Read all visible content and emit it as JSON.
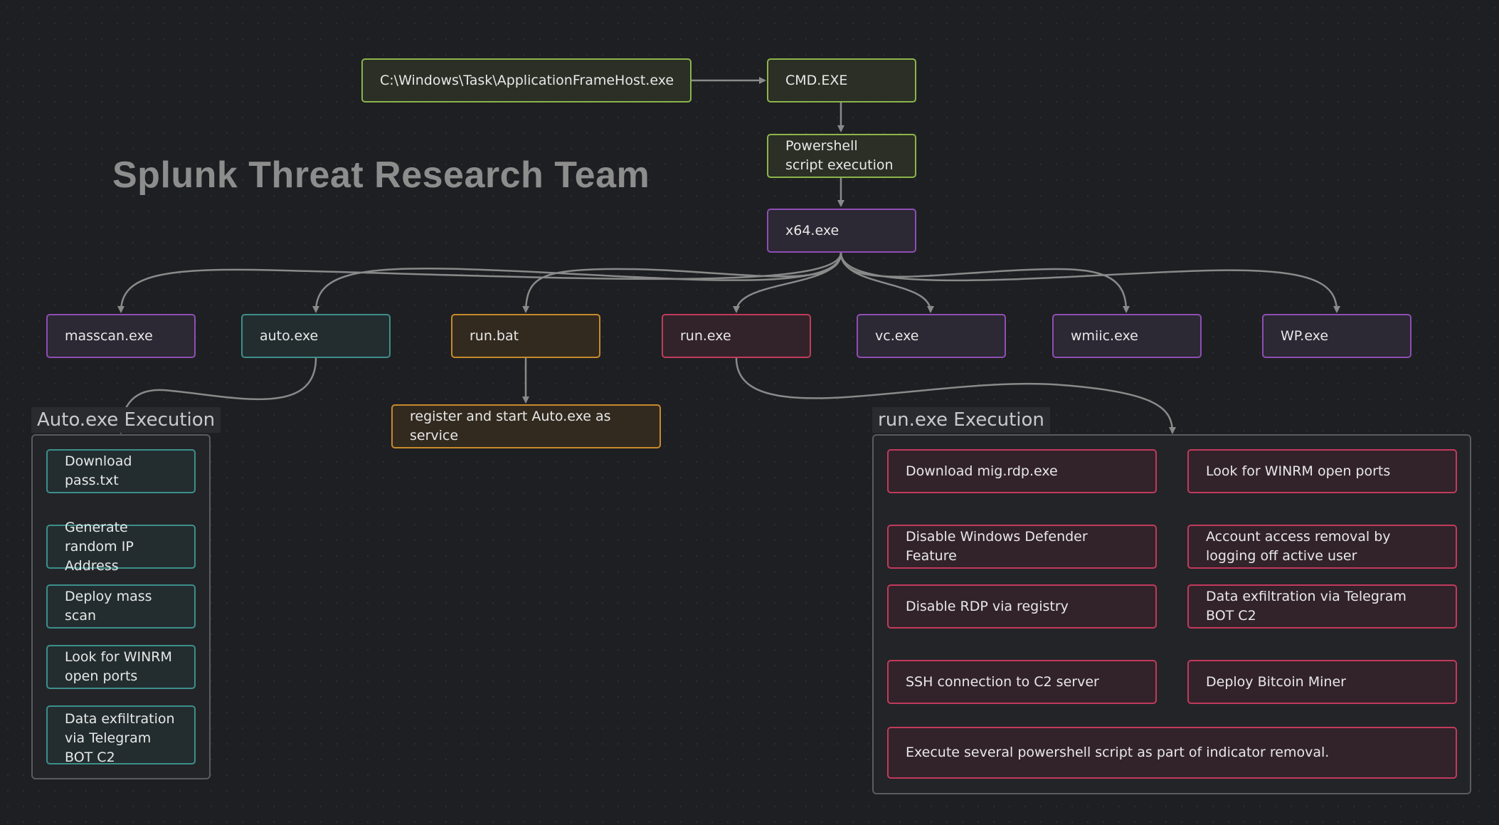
{
  "title": "Splunk Threat Research Team",
  "colors": {
    "green": "#8bb54a",
    "purple": "#8e4eb4",
    "teal": "#3c8f8a",
    "orange": "#c98a2a",
    "red": "#c13a5c",
    "edge": "#8a8a8a"
  },
  "nodes": {
    "app_frame_host": "C:\\Windows\\Task\\ApplicationFrameHost.exe",
    "cmd": "CMD.EXE",
    "powershell": "Powershell script execution",
    "x64": "x64.exe",
    "masscan": "masscan.exe",
    "auto": "auto.exe",
    "runbat": "run.bat",
    "runexe": "run.exe",
    "vc": "vc.exe",
    "wmiic": "wmiic.exe",
    "wp": "WP.exe",
    "register": "register and start Auto.exe as service"
  },
  "auto_group": {
    "label": "Auto.exe Execution",
    "items": [
      "Download pass.txt",
      "Generate random IP Address",
      "Deploy mass scan",
      "Look for WINRM open ports",
      "Data exfiltration via Telegram BOT C2"
    ]
  },
  "run_group": {
    "label": "run.exe Execution",
    "items": [
      "Download mig.rdp.exe",
      "Look for WINRM open ports",
      "Disable Windows Defender Feature",
      "Account access removal by logging off active user",
      "Disable RDP via registry",
      "Data exfiltration via Telegram BOT C2",
      "SSH connection to C2 server",
      "Deploy Bitcoin Miner",
      "Execute several powershell script as part of indicator removal."
    ]
  }
}
